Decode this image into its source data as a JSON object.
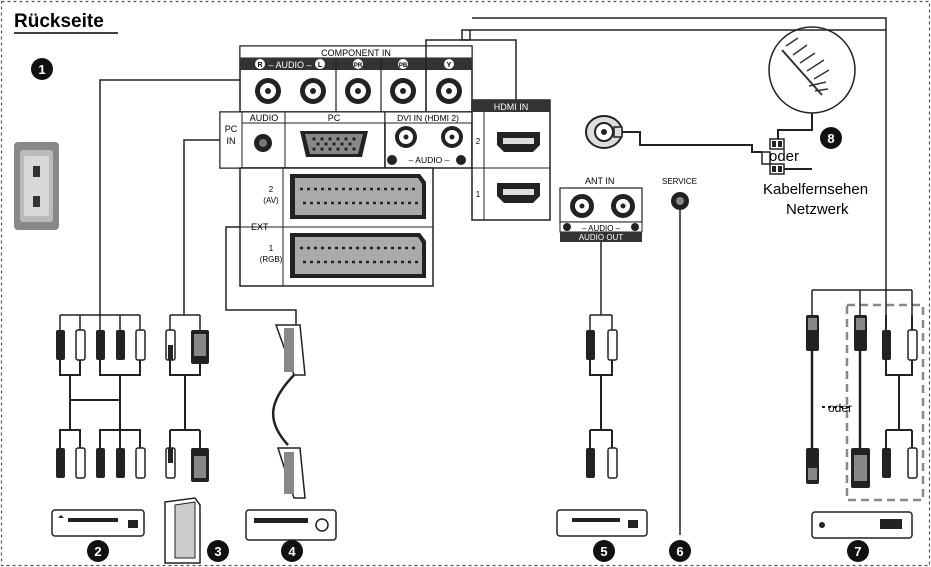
{
  "title": "Rückseite",
  "panel": {
    "component_in": "COMPONENT IN",
    "component_audio": "– AUDIO –",
    "component_r": "R",
    "component_l": "L",
    "comp_pr": "PR",
    "comp_pb": "PB",
    "comp_y": "Y",
    "pc_in": "PC IN",
    "pc_in_line1": "PC",
    "pc_in_line2": "IN",
    "audio": "AUDIO",
    "pc": "PC",
    "dvi_in": "DVI IN (HDMI 2)",
    "dvi_audio": "–  AUDIO  –",
    "hdmi_in": "HDMI IN",
    "hdmi_2": "2",
    "hdmi_1": "1",
    "ext": "EXT",
    "ext2_num": "2",
    "ext2_sub": "(AV)",
    "ext1_num": "1",
    "ext1_sub": "(RGB)",
    "ant_in": "ANT IN",
    "service": "SERVICE",
    "audio_out_top": "– AUDIO –",
    "audio_out": "AUDIO OUT"
  },
  "antenna": {
    "oder": "oder",
    "cable_line1": "Kabelfernsehen",
    "cable_line2": "Netzwerk"
  },
  "cable_oder": "oder",
  "callouts": [
    "1",
    "2",
    "3",
    "4",
    "5",
    "6",
    "7",
    "8"
  ]
}
